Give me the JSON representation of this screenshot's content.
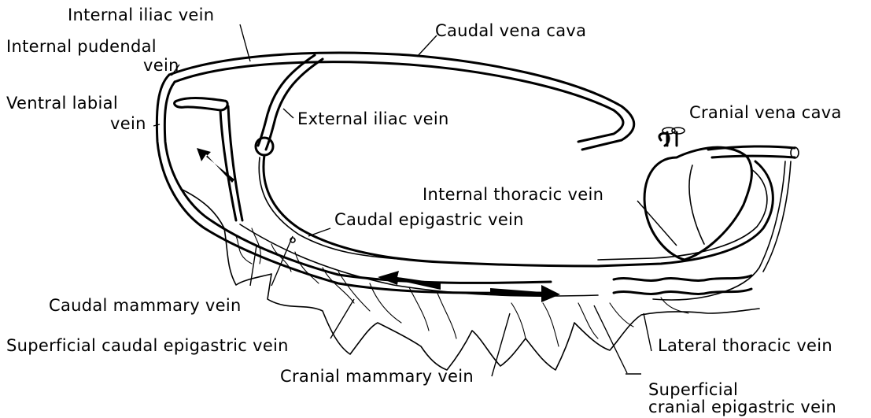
{
  "labels": {
    "internal_iliac_vein": "Internal iliac vein",
    "internal_pudendal_vein_1": "Internal pudendal",
    "internal_pudendal_vein_2": "vein",
    "ventral_labial_vein_1": "Ventral labial",
    "ventral_labial_vein_2": "vein",
    "caudal_vena_cava": "Caudal vena cava",
    "external_iliac_vein": "External iliac vein",
    "cranial_vena_cava": "Cranial vena cava",
    "internal_thoracic_vein": "Internal thoracic vein",
    "caudal_epigastric_vein": "Caudal epigastric vein",
    "caudal_mammary_vein": "Caudal mammary vein",
    "superficial_caudal_epigastric_vein": "Superficial caudal epigastric vein",
    "cranial_mammary_vein": "Cranial mammary vein",
    "lateral_thoracic_vein": "Lateral thoracic vein",
    "superficial_cranial_epigastric_vein_1": "Superficial",
    "superficial_cranial_epigastric_vein_2": "cranial epigastric vein"
  }
}
